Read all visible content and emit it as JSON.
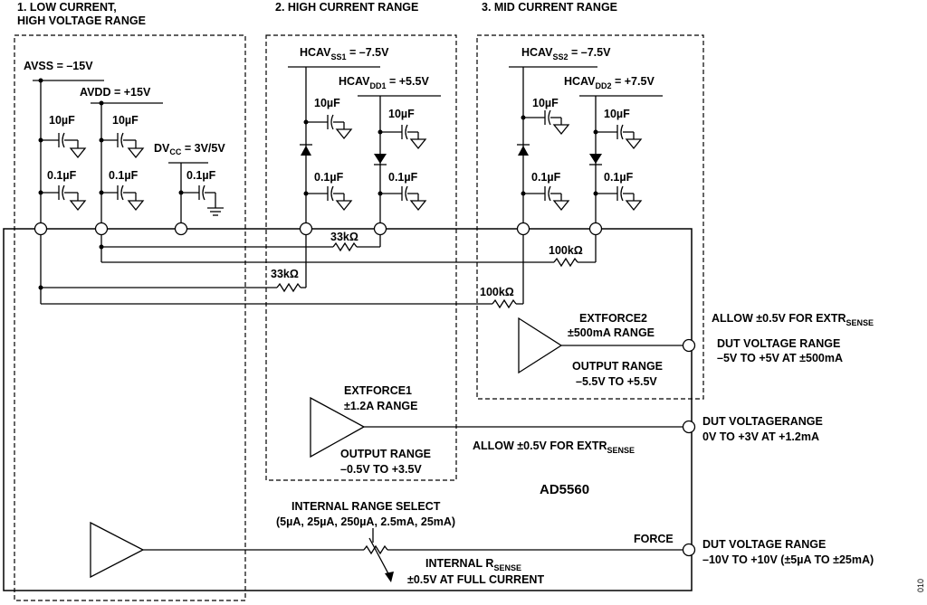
{
  "sections": {
    "low_current_line1": "1. LOW CURRENT,",
    "low_current_line2": "HIGH VOLTAGE RANGE",
    "high_current": "2. HIGH CURRENT RANGE",
    "mid_current": "3. MID CURRENT RANGE"
  },
  "supplies": {
    "avss": "AVSS = –15V",
    "avdd": "AVDD = +15V",
    "dvcc_main": "DV",
    "dvcc_sub": "CC",
    "dvcc_tail": " = 3V/5V",
    "hcavss1_main": "HCAV",
    "hcavss1_sub": "SS1",
    "hcavss1_tail": " = –7.5V",
    "hcavdd1_main": "HCAV",
    "hcavdd1_sub": "DD1",
    "hcavdd1_tail": " = +5.5V",
    "hcavss2_main": "HCAV",
    "hcavss2_sub": "SS2",
    "hcavss2_tail": " = –7.5V",
    "hcavdd2_main": "HCAV",
    "hcavdd2_sub": "DD2",
    "hcavdd2_tail": " = +7.5V"
  },
  "caps": {
    "c10u": "10µF",
    "c01u": "0.1µF"
  },
  "resistors": {
    "r33k_a": "33kΩ",
    "r33k_b": "33kΩ",
    "r100k_a": "100kΩ",
    "r100k_b": "100kΩ"
  },
  "extforce2": {
    "name": "EXTFORCE2",
    "range": "±500mA RANGE",
    "out1": "OUTPUT RANGE",
    "out2": "–5.5V TO +5.5V",
    "allow_main": "ALLOW ±0.5V FOR  EXTR",
    "allow_sub": "SENSE",
    "dut1": "DUT VOLTAGE RANGE",
    "dut2": "–5V TO +5V AT ±500mA"
  },
  "extforce1": {
    "name": "EXTFORCE1",
    "range": "±1.2A RANGE",
    "out1": "OUTPUT RANGE",
    "out2": "–0.5V TO +3.5V",
    "allow_main": "ALLOW ±0.5V FOR EXTR",
    "allow_sub": "SENSE",
    "dut1": "DUT VOLTAGERANGE",
    "dut2": "0V TO +3V AT +1.2mA"
  },
  "chip": {
    "name": "AD5560"
  },
  "internal": {
    "range_select": "INTERNAL RANGE SELECT",
    "ranges": "(5µA, 25µA, 250µA, 2.5mA, 25mA)",
    "rsense_main": "INTERNAL R",
    "rsense_sub": "SENSE",
    "rsense_note": "±0.5V AT FULL CURRENT",
    "force": "FORCE",
    "dut1": "DUT VOLTAGE RANGE",
    "dut2": "–10V TO +10V (±5µA TO ±25mA)"
  },
  "figure_code": "010"
}
